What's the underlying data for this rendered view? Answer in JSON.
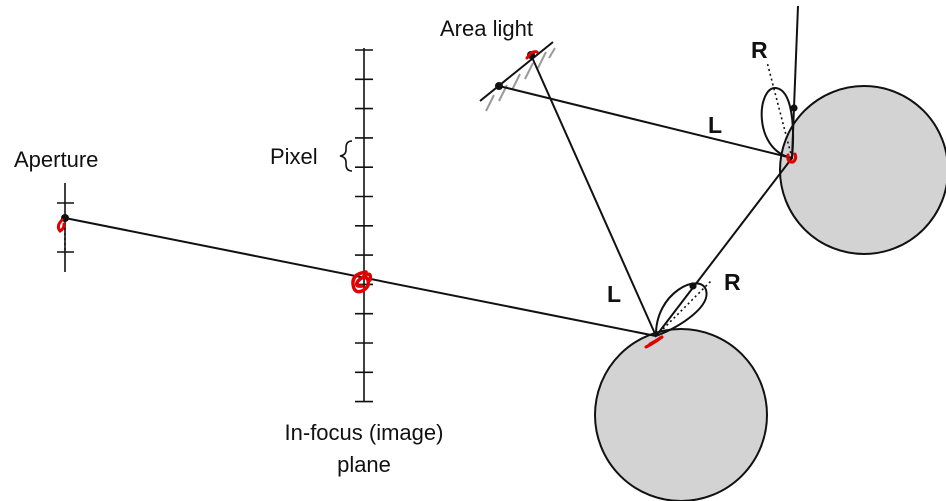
{
  "labels": {
    "aperture": "Aperture",
    "pixel": "Pixel",
    "area_light": "Area light",
    "plane_line1": "In-focus (image)",
    "plane_line2": "plane",
    "l_upper": "L",
    "l_lower": "L",
    "r_upper": "R",
    "r_lower": "R"
  },
  "colors": {
    "sphere_fill": "#d3d3d3",
    "line": "#111111",
    "sample_mark": "#e00000",
    "light_hatch": "#9a9a9a"
  }
}
